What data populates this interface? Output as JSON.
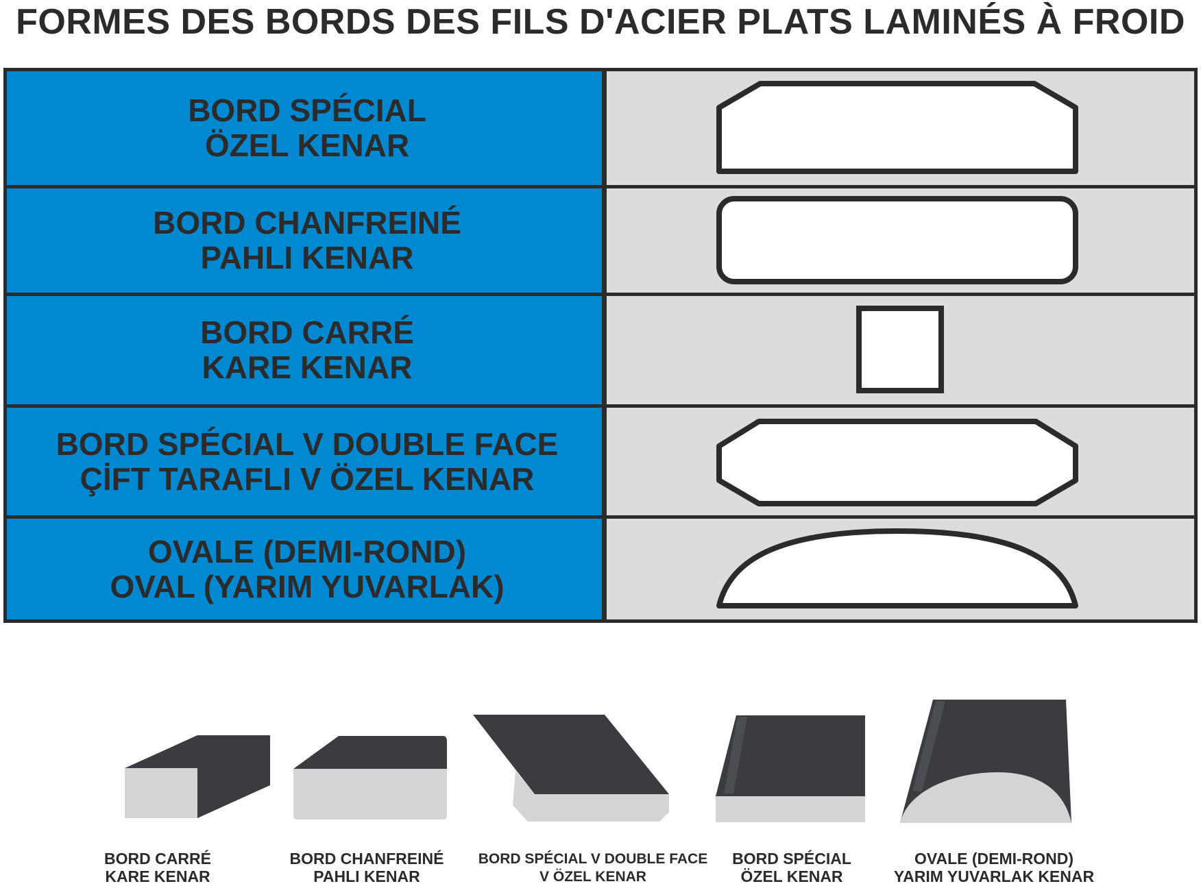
{
  "title": "FORMES DES BORDS DES FILS D'ACIER PLATS LAMINÉS À FROID",
  "colors": {
    "label_background": "#0088d0",
    "shape_background": "#dcdcdc",
    "border": "#2b2b2b",
    "profile_fill": "#ffffff",
    "steel_dark": "#3a3c40",
    "steel_light": "#d4d4d4"
  },
  "table": {
    "rows": [
      {
        "line1": "BORD SPÉCIAL",
        "line2": "ÖZEL KENAR",
        "shape": "special-edge-profile"
      },
      {
        "line1": "BORD CHANFREINÉ",
        "line2": "PAHLI  KENAR",
        "shape": "chamfered-edge-profile"
      },
      {
        "line1": "BORD CARRÉ",
        "line2": "KARE KENAR",
        "shape": "square-edge-profile"
      },
      {
        "line1": "BORD SPÉCIAL V DOUBLE FACE",
        "line2": "ÇİFT TARAFLI V ÖZEL KENAR",
        "shape": "double-v-special-edge-profile"
      },
      {
        "line1": "OVALE (DEMI-ROND)",
        "line2": "OVAL (YARIM YUVARLAK)",
        "shape": "half-round-oval-profile"
      }
    ]
  },
  "products": [
    {
      "line1": "BORD CARRÉ",
      "line2": "KARE KENAR",
      "image": "square-edge-wire-image"
    },
    {
      "line1": "BORD CHANFREINÉ",
      "line2": "PAHLI KENAR",
      "image": "chamfered-edge-wire-image"
    },
    {
      "line1": "BORD SPÉCIAL V DOUBLE FACE",
      "line2": "V ÖZEL KENAR",
      "image": "double-v-edge-wire-image"
    },
    {
      "line1": "BORD SPÉCIAL",
      "line2": "ÖZEL KENAR",
      "image": "special-edge-wire-image"
    },
    {
      "line1": "OVALE (DEMI-ROND)",
      "line2": "YARIM YUVARLAK KENAR",
      "image": "half-round-wire-image"
    }
  ]
}
